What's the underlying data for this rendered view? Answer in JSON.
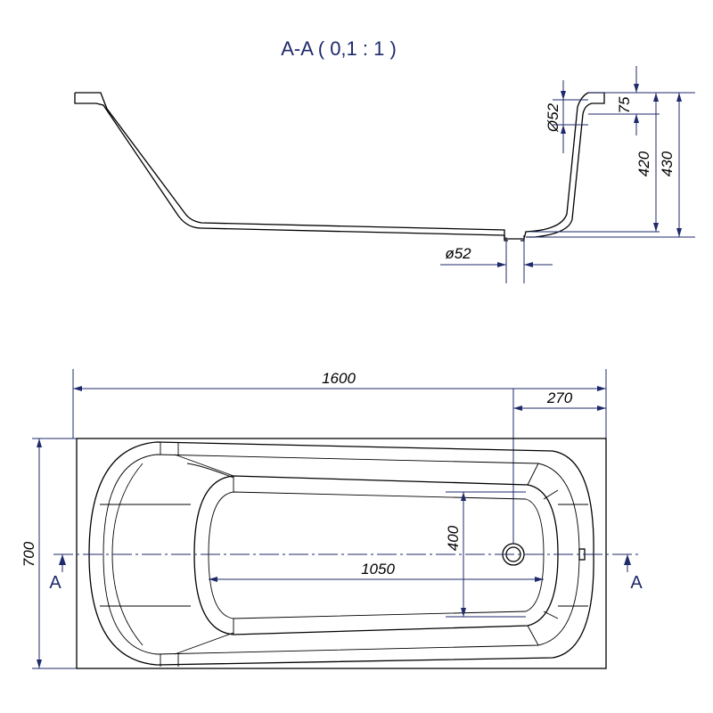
{
  "section_title": "A-A ( 0,1 : 1 )",
  "section_view": {
    "dim_depth_rim": "75",
    "dim_overflow_diameter": "Ø52",
    "dim_inner_depth": "420",
    "dim_total_depth": "430",
    "dim_drain_diameter": "ø52"
  },
  "plan_view": {
    "dim_length": "1600",
    "dim_drain_offset": "270",
    "dim_width": "700",
    "dim_inner_width": "400",
    "dim_inner_length": "1050",
    "section_mark_left": "A",
    "section_mark_right": "A"
  }
}
